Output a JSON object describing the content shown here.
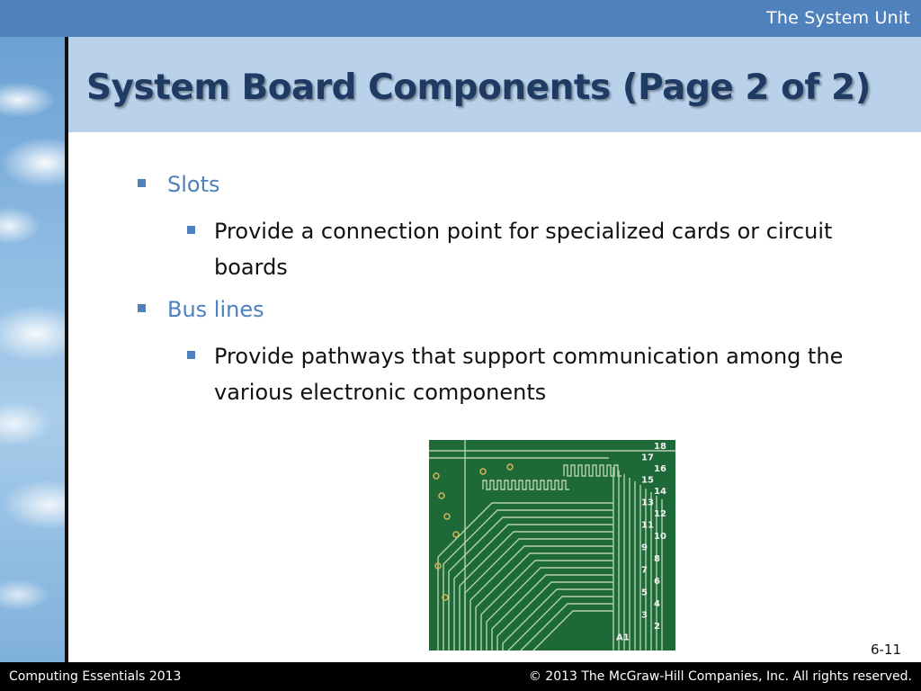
{
  "header": {
    "section_label": "The System Unit",
    "title": "System Board Components (Page 2 of 2)"
  },
  "bullets": [
    {
      "label": "Slots",
      "sub": "Provide a connection point for specialized cards or circuit boards"
    },
    {
      "label": "Bus lines",
      "sub": "Provide pathways that support communication among the various electronic components"
    }
  ],
  "image": {
    "kind": "circuit-board-photo",
    "scale_labels": [
      "18",
      "17",
      "16",
      "15",
      "14",
      "13",
      "12",
      "11",
      "10",
      "9",
      "8",
      "7",
      "6",
      "5",
      "4",
      "3",
      "2",
      "A1"
    ]
  },
  "page_number": "6-11",
  "footer": {
    "left": "Computing Essentials 2013",
    "right": "© 2013 The McGraw-Hill Companies, Inc. All rights reserved."
  },
  "colors": {
    "top_bar": "#4f81bd",
    "title_band": "#b9d1ea",
    "title_text": "#1f3a63",
    "bullet_accent": "#4f81bd",
    "board_green": "#1f6b3a"
  }
}
